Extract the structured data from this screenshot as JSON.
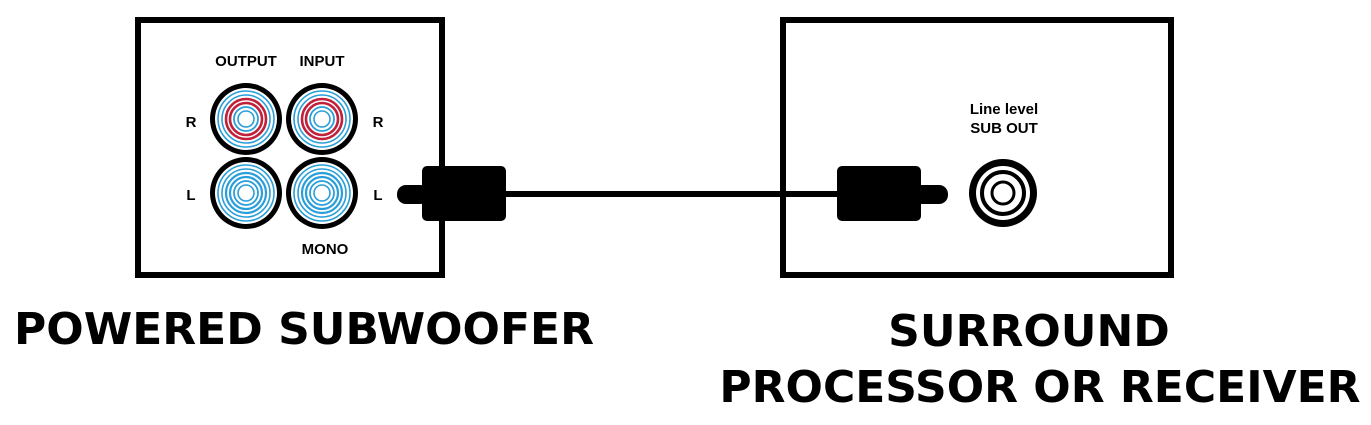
{
  "subwoofer": {
    "title": "POWERED SUBWOOFER",
    "output_label": "OUTPUT",
    "input_label": "INPUT",
    "left_r": "R",
    "left_l": "L",
    "right_r": "R",
    "right_l": "L",
    "mono_label": "MONO"
  },
  "receiver": {
    "title_line1": "SURROUND",
    "title_line2": "PROCESSOR OR RECEIVER",
    "jack_label_line1": "Line level",
    "jack_label_line2": "SUB OUT"
  },
  "colors": {
    "jack_ring_red": "#c0203a",
    "jack_ring_blue": "#2a9ed8",
    "outline": "#000000",
    "background": "#ffffff"
  }
}
